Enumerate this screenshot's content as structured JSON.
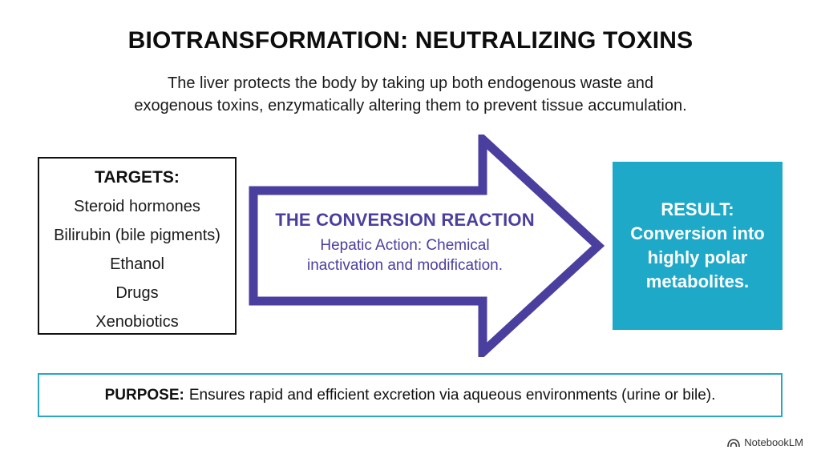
{
  "title": "BIOTRANSFORMATION: NEUTRALIZING TOXINS",
  "subtitle": {
    "line1": "The liver protects the body by taking up both endogenous waste and",
    "line2": "exogenous toxins, enzymatically altering them to prevent tissue accumulation."
  },
  "targets": {
    "heading": "TARGETS:",
    "items": [
      "Steroid hormones",
      "Bilirubin (bile pigments)",
      "Ethanol",
      "Drugs",
      "Xenobiotics"
    ]
  },
  "conversion": {
    "heading": "THE CONVERSION REACTION",
    "line1": "Hepatic Action: Chemical",
    "line2": "inactivation and modification."
  },
  "result": {
    "heading": "RESULT:",
    "line1": "Conversion into",
    "line2": "highly polar",
    "line3": "metabolites."
  },
  "purpose": {
    "label": "PURPOSE:",
    "text": "Ensures rapid and efficient excretion via aqueous environments (urine or bile)."
  },
  "brand": {
    "name": "NotebookLM"
  },
  "colors": {
    "arrow_outline": "#4a3f9e",
    "result_fill": "#1fa9c9",
    "purpose_border": "#29a6c4"
  },
  "icons": {
    "brand": "notebooklm-logo-icon"
  }
}
